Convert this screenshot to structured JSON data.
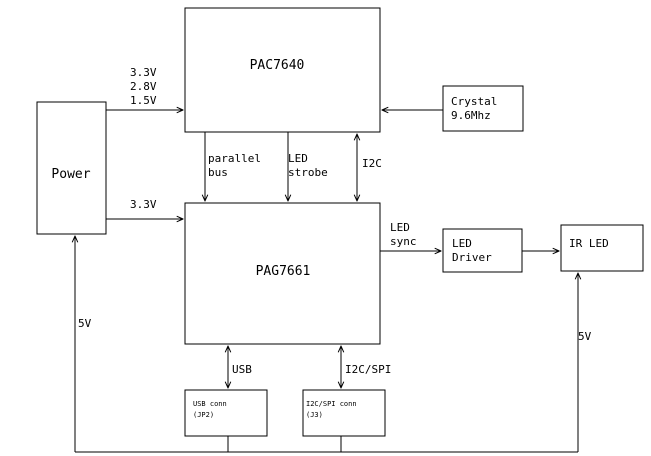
{
  "blocks": {
    "pac7640": "PAC7640",
    "pag7661": "PAG7661",
    "power": "Power",
    "crystal": [
      "Crystal",
      "9.6Mhz"
    ],
    "led_driver": [
      "LED",
      "Driver"
    ],
    "ir_led": "IR LED",
    "usb_conn": [
      "USB conn",
      "(JP2)"
    ],
    "i2c_spi_conn": [
      "I2C/SPI conn",
      "(J3)"
    ]
  },
  "labels": {
    "power_to_pac": [
      "3.3V",
      "2.8V",
      "1.5V"
    ],
    "power_to_pag": "3.3V",
    "parallel_bus": [
      "parallel",
      "bus"
    ],
    "led_strobe": [
      "LED",
      "strobe"
    ],
    "i2c": "I2C",
    "led_sync": [
      "LED",
      "sync"
    ],
    "usb": "USB",
    "i2c_spi": "I2C/SPI",
    "five_v_left": "5V",
    "five_v_right": "5V"
  },
  "colors": {
    "line": "#000000",
    "background": "#ffffff"
  }
}
